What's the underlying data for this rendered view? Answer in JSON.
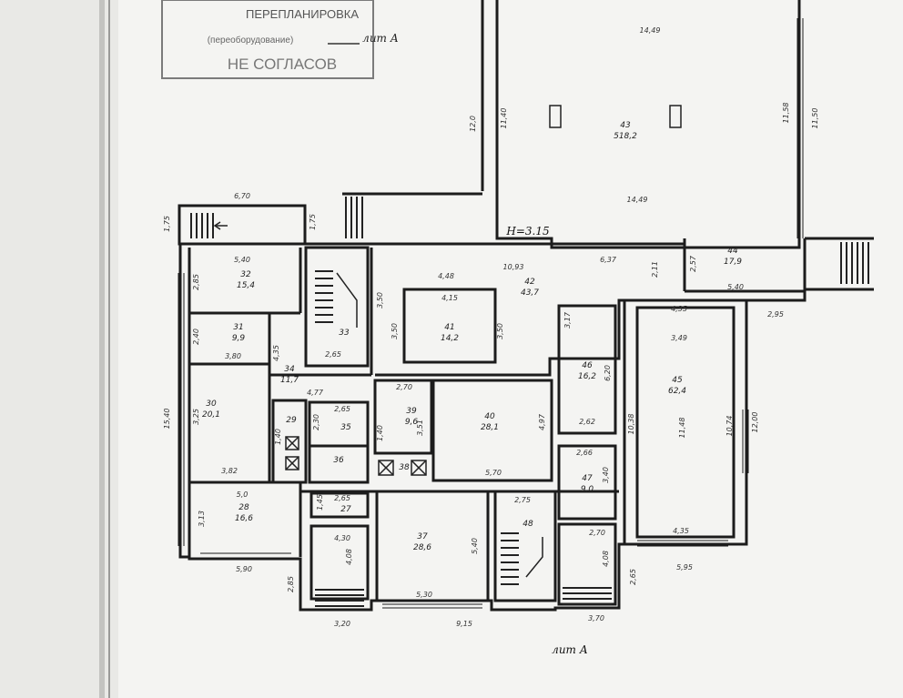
{
  "stamp": {
    "line1": "ПЕРЕПЛАНИРОВКА",
    "line2": "(переоборудование)",
    "handwritten": "лит А",
    "line3": "НЕ СОГЛАСОВ"
  },
  "sheet_label": "лит А",
  "level_mark": "Н=3.15",
  "rooms": [
    {
      "id": "r43",
      "num": "43",
      "area": "518,2"
    },
    {
      "id": "r44",
      "num": "44",
      "area": "17,9"
    },
    {
      "id": "r32",
      "num": "32",
      "area": "15,4"
    },
    {
      "id": "r31",
      "num": "31",
      "area": "9,9"
    },
    {
      "id": "r30",
      "num": "30",
      "area": "20,1"
    },
    {
      "id": "r28",
      "num": "28",
      "area": "16,6"
    },
    {
      "id": "r33",
      "num": "33",
      "area": ""
    },
    {
      "id": "r34",
      "num": "34",
      "area": "11,7"
    },
    {
      "id": "r29",
      "num": "29",
      "area": ""
    },
    {
      "id": "r35",
      "num": "35",
      "area": ""
    },
    {
      "id": "r36",
      "num": "36",
      "area": ""
    },
    {
      "id": "r38",
      "num": "38",
      "area": ""
    },
    {
      "id": "r39",
      "num": "39",
      "area": "9,6"
    },
    {
      "id": "r40",
      "num": "40",
      "area": "28,1"
    },
    {
      "id": "r41",
      "num": "41",
      "area": "14,2"
    },
    {
      "id": "r42",
      "num": "42",
      "area": "43,7"
    },
    {
      "id": "r46",
      "num": "46",
      "area": "16,2"
    },
    {
      "id": "r45",
      "num": "45",
      "area": "62,4"
    },
    {
      "id": "r47",
      "num": "47",
      "area": "9,0"
    },
    {
      "id": "r37",
      "num": "37",
      "area": "28,6"
    },
    {
      "id": "r27",
      "num": "27",
      "area": ""
    },
    {
      "id": "r48",
      "num": "48",
      "area": ""
    }
  ],
  "dimensions": [
    "14,49",
    "14,49",
    "11,40",
    "12,0",
    "11,58",
    "11,50",
    "6,70",
    "1,75",
    "1,75",
    "5,40",
    "2,85",
    "2,40",
    "3,80",
    "4,35",
    "15,40",
    "3,25",
    "3,82",
    "5,0",
    "3,13",
    "5,90",
    "2,85",
    "3,20",
    "4,48",
    "4,15",
    "10,93",
    "6,37",
    "2,11",
    "2,57",
    "5,40",
    "3,50",
    "3,50",
    "3,50",
    "3,17",
    "4,35",
    "2,95",
    "3,49",
    "6,20",
    "2,62",
    "2,65",
    "2,70",
    "4,77",
    "2,65",
    "2,30",
    "1,40",
    "4,97",
    "5,70",
    "2,66",
    "3,40",
    "10,38",
    "11,48",
    "10,74",
    "12,00",
    "4,35",
    "5,95",
    "2,75",
    "1,45",
    "2,65",
    "4,30",
    "4,08",
    "5,40",
    "5,30",
    "9,15",
    "2,70",
    "4,08",
    "3,70",
    "2,65",
    "1,40",
    "3,51"
  ]
}
